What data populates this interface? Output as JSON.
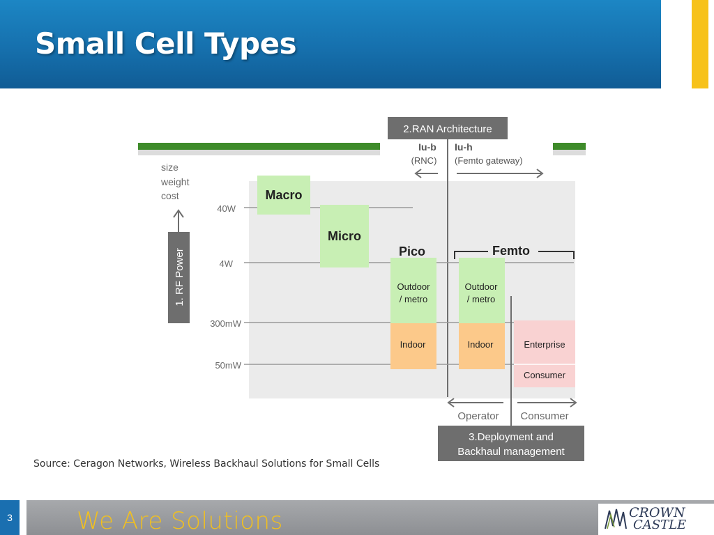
{
  "slide": {
    "title": "Small Cell Types",
    "page_number": "3",
    "source_note": "Source: Ceragon Networks,  Wireless Backhaul Solutions for Small Cells"
  },
  "footer": {
    "tagline": "We Are Solutions",
    "logo_line1": "CROWN",
    "logo_line2": "CASTLE"
  },
  "diagram": {
    "ran_header": "2.RAN Architecture",
    "iub_label": "Iu-b",
    "iub_sub": "(RNC)",
    "iuh_label": "Iu-h",
    "iuh_sub": "(Femto gateway)",
    "y_axis_labels": [
      "size",
      "weight",
      "cost"
    ],
    "rf_power_label": "1. RF Power",
    "power_levels": [
      "40W",
      "4W",
      "300mW",
      "50mW"
    ],
    "macro": "Macro",
    "micro": "Micro",
    "pico": "Pico",
    "femto": "Femto",
    "pico_outdoor": [
      "Outdoor",
      "/ metro"
    ],
    "pico_indoor": "Indoor",
    "femto_outdoor": [
      "Outdoor",
      "/ metro"
    ],
    "femto_indoor": "Indoor",
    "enterprise": "Enterprise",
    "consumer_box": "Consumer",
    "operator": "Operator",
    "consumer": "Consumer",
    "deployment_header": [
      "3.Deployment and",
      "Backhaul management"
    ]
  },
  "colors": {
    "header_blue": "#1670ad",
    "accent_yellow": "#f7c21a",
    "green_bar": "#3e8b2a",
    "green_box": "#c8efb4",
    "orange_box": "#fcc98a",
    "pink_box": "#f9d2d2",
    "gray_label": "#6e6e6e"
  }
}
